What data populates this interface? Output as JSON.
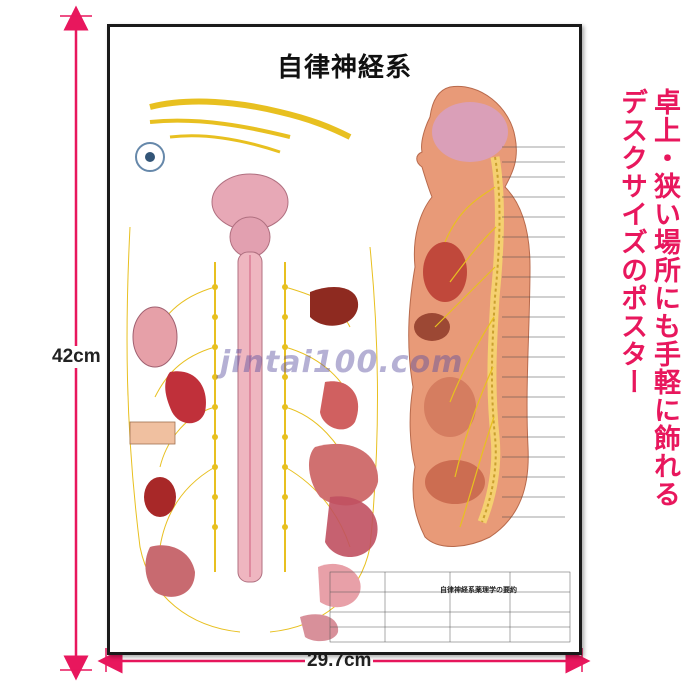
{
  "poster": {
    "title": "自律神経系",
    "watermark": "jintai100.com",
    "legend_title": "自律神経系薬理学の要約"
  },
  "dimensions": {
    "height_label": "42cm",
    "width_label": "29.7cm"
  },
  "tagline": {
    "line1": "卓上・狭い場所にも手軽に飾れる",
    "line2": "デスクサイズのポスター"
  },
  "colors": {
    "arrow": "#e8175d",
    "tagline": "#e8175d",
    "nerve": "#e8c020",
    "skin": "#e89a78"
  }
}
